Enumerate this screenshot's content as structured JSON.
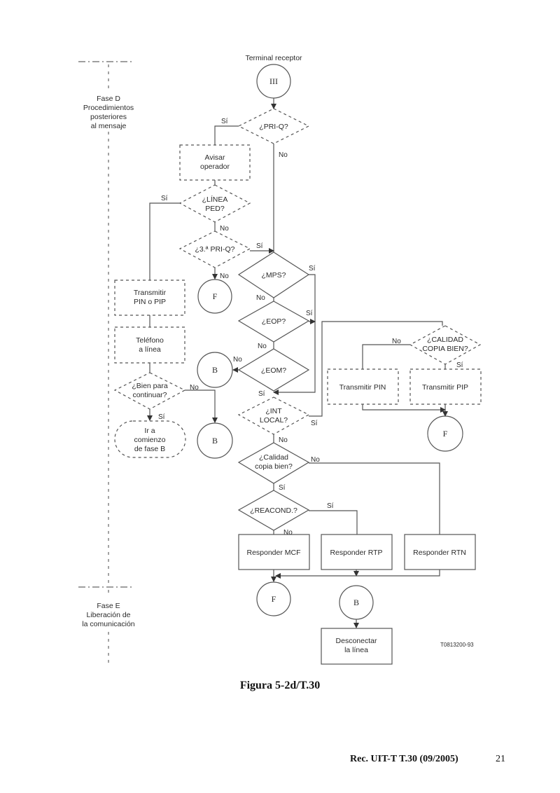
{
  "figure": {
    "caption": "Figura 5-2d/T.30",
    "reference_code": "T0813200-93",
    "top_label": "Terminal receptor"
  },
  "phases": {
    "d": [
      "Fase D",
      "Procedimientos",
      "posteriores",
      "al mensaje"
    ],
    "e": [
      "Fase E",
      "Liberación de",
      "la comunicación"
    ]
  },
  "connectors": {
    "start": "III",
    "f1": "F",
    "b1": "B",
    "b2": "B",
    "f2": "F",
    "f3": "F",
    "b3": "B"
  },
  "decisions": {
    "pri_q": "¿PRI-Q?",
    "linea_ped": [
      "¿LÍNEA",
      "PED?"
    ],
    "third_pri_q": "¿3.ª PRI-Q?",
    "mps": "¿MPS?",
    "eop": "¿EOP?",
    "eom": "¿EOM?",
    "bien_para_continuar": [
      "¿Bien para",
      "continuar?"
    ],
    "int_local": [
      "¿INT",
      "LOCAL?"
    ],
    "calidad_copia_bien_upper": [
      "¿CALIDAD",
      "COPIA BIEN?"
    ],
    "calidad_copia_bien": [
      "¿Calidad",
      "copia bien?"
    ],
    "reacond": "¿REACOND.?"
  },
  "processes": {
    "avisar_operador": [
      "Avisar",
      "operador"
    ],
    "transmitir_pin_o_pip": [
      "Transmitir",
      "PIN o PIP"
    ],
    "telefono_a_linea": [
      "Teléfono",
      "a línea"
    ],
    "ir_a_fase_b": [
      "Ir a",
      "comienzo",
      "de fase B"
    ],
    "transmitir_pin": "Transmitir PIN",
    "transmitir_pip": "Transmitir PIP",
    "responder_mcf": "Responder MCF",
    "responder_rtp": "Responder RTP",
    "responder_rtn": "Responder RTN",
    "desconectar_linea": [
      "Desconectar",
      "la línea"
    ]
  },
  "labels": {
    "yes": "Sí",
    "no": "No"
  },
  "footer": {
    "reference": "Rec. UIT-T T.30 (09/2005)",
    "page": "21"
  }
}
